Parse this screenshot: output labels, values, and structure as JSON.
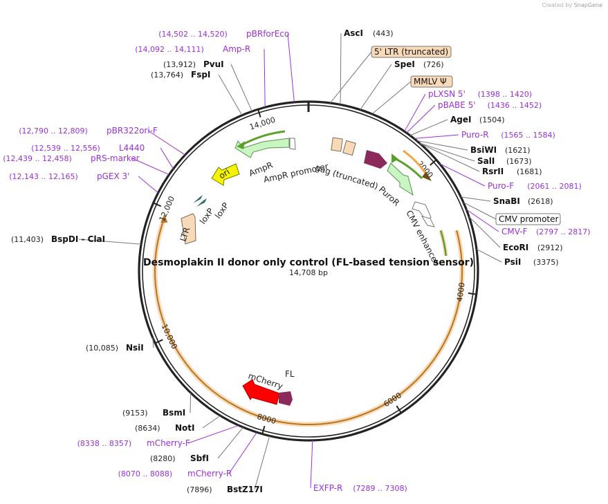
{
  "credit": {
    "prefix": "Created by",
    "brand": "SnapGene"
  },
  "plasmid": {
    "name": "Desmoplakin II donor only control (FL-based tension sensor)",
    "size_label": "14,708 bp",
    "length": 14708
  },
  "colors": {
    "backbone": "#222222",
    "enzyme_line": "#555555",
    "primer": "#9b30d9",
    "orange_feature": "#f2a74b",
    "green_feature": "#5aa02c",
    "pale_orange": "#f8d9b8",
    "pale_green": "#c9f5c2",
    "dark_magenta": "#8b2a5a",
    "red": "#ff0000",
    "yellow": "#f4f400",
    "teal": "#2e6b6b"
  },
  "ticks": [
    {
      "label": "2000",
      "bp": 2000
    },
    {
      "label": "4000",
      "bp": 4000
    },
    {
      "label": "6000",
      "bp": 6000
    },
    {
      "label": "8000",
      "bp": 8000
    },
    {
      "label": "10,000",
      "bp": 10000
    },
    {
      "label": "12,000",
      "bp": 12000
    },
    {
      "label": "14,000",
      "bp": 14000
    }
  ],
  "enzymes": [
    {
      "name": "AscI",
      "pos": "(443)",
      "bp": 443
    },
    {
      "name": "SpeI",
      "pos": "(726)",
      "bp": 726
    },
    {
      "name": "AgeI",
      "pos": "(1504)",
      "bp": 1504
    },
    {
      "name": "BsiWI",
      "pos": "(1621)",
      "bp": 1621
    },
    {
      "name": "SalI",
      "pos": "(1673)",
      "bp": 1673
    },
    {
      "name": "RsrII",
      "pos": "(1681)",
      "bp": 1681
    },
    {
      "name": "SnaBI",
      "pos": "(2618)",
      "bp": 2618
    },
    {
      "name": "EcoRI",
      "pos": "(2912)",
      "bp": 2912
    },
    {
      "name": "PsiI",
      "pos": "(3375)",
      "bp": 3375
    },
    {
      "name": "BstZ17I",
      "pos": "(7896)",
      "bp": 7896
    },
    {
      "name": "SbfI",
      "pos": "(8280)",
      "bp": 8280
    },
    {
      "name": "NotI",
      "pos": "(8634)",
      "bp": 8634
    },
    {
      "name": "BsmI",
      "pos": "(9153)",
      "bp": 9153
    },
    {
      "name": "NsiI",
      "pos": "(10,085)",
      "bp": 10085
    },
    {
      "name": "BspDI - ClaI",
      "pos": "(11,403)",
      "bp": 11403
    },
    {
      "name": "FspI",
      "pos": "(13,764)",
      "bp": 13764
    },
    {
      "name": "PvuI",
      "pos": "(13,912)",
      "bp": 13912
    }
  ],
  "primers": [
    {
      "name": "pLXSN 5'",
      "pos": "(1398 .. 1420)",
      "bp": 1409
    },
    {
      "name": "pBABE 5'",
      "pos": "(1436 .. 1452)",
      "bp": 1444
    },
    {
      "name": "Puro-R",
      "pos": "(1565 .. 1584)",
      "bp": 1575
    },
    {
      "name": "Puro-F",
      "pos": "(2061 .. 2081)",
      "bp": 2071
    },
    {
      "name": "CMV-F",
      "pos": "(2797 .. 2817)",
      "bp": 2807
    },
    {
      "name": "EXFP-R",
      "pos": "(7289 .. 7308)",
      "bp": 7298
    },
    {
      "name": "mCherry-R",
      "pos": "(8070 .. 8088)",
      "bp": 8079
    },
    {
      "name": "mCherry-F",
      "pos": "(8338 .. 8357)",
      "bp": 8347
    },
    {
      "name": "pGEX 3'",
      "pos": "(12,143 .. 12,165)",
      "bp": 12154
    },
    {
      "name": "pRS-marker",
      "pos": "(12,439 .. 12,458)",
      "bp": 12448
    },
    {
      "name": "L4440",
      "pos": "(12,539 .. 12,556)",
      "bp": 12547
    },
    {
      "name": "pBR322ori-F",
      "pos": "(12,790 .. 12,809)",
      "bp": 12799
    },
    {
      "name": "Amp-R",
      "pos": "(14,092 .. 14,111)",
      "bp": 14101
    },
    {
      "name": "pBRforEco",
      "pos": "(14,502 .. 14,520)",
      "bp": 14511
    }
  ],
  "boxed_features": [
    {
      "label": "5' LTR (truncated)",
      "bp": 300
    },
    {
      "label": "MMLV Ψ",
      "bp": 900
    },
    {
      "label": "CMV promoter",
      "bp": 2700
    }
  ],
  "features": [
    {
      "label": "gag (truncated)"
    },
    {
      "label": "PuroR"
    },
    {
      "label": "CMV enhancer"
    },
    {
      "label": "AmpR"
    },
    {
      "label": "AmpR promoter"
    },
    {
      "label": "ori"
    },
    {
      "label": "loxP"
    },
    {
      "label": "loxP"
    },
    {
      "label": "LTR"
    },
    {
      "label": "mCherry"
    },
    {
      "label": "FL"
    }
  ]
}
